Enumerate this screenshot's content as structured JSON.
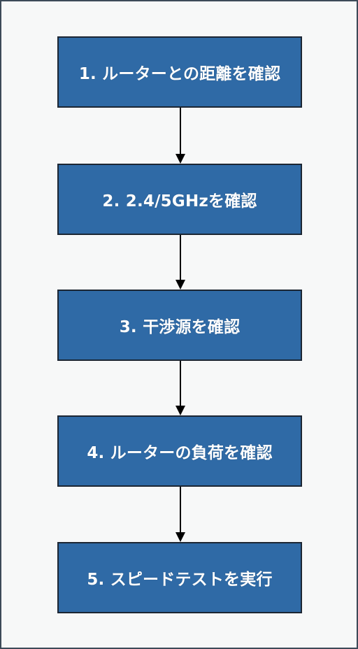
{
  "diagram": {
    "steps": [
      {
        "label": "1. ルーターとの距離を確認"
      },
      {
        "label": "2. 2.4/5GHzを確認"
      },
      {
        "label": "3. 干渉源を確認"
      },
      {
        "label": "4. ルーターの負荷を確認"
      },
      {
        "label": "5. スピードテストを実行"
      }
    ]
  },
  "colors": {
    "box_fill": "#2f6aa6",
    "box_border": "#1c2633",
    "background": "#f7f8f8",
    "frame": "#3d4a58",
    "arrow": "#000000"
  }
}
